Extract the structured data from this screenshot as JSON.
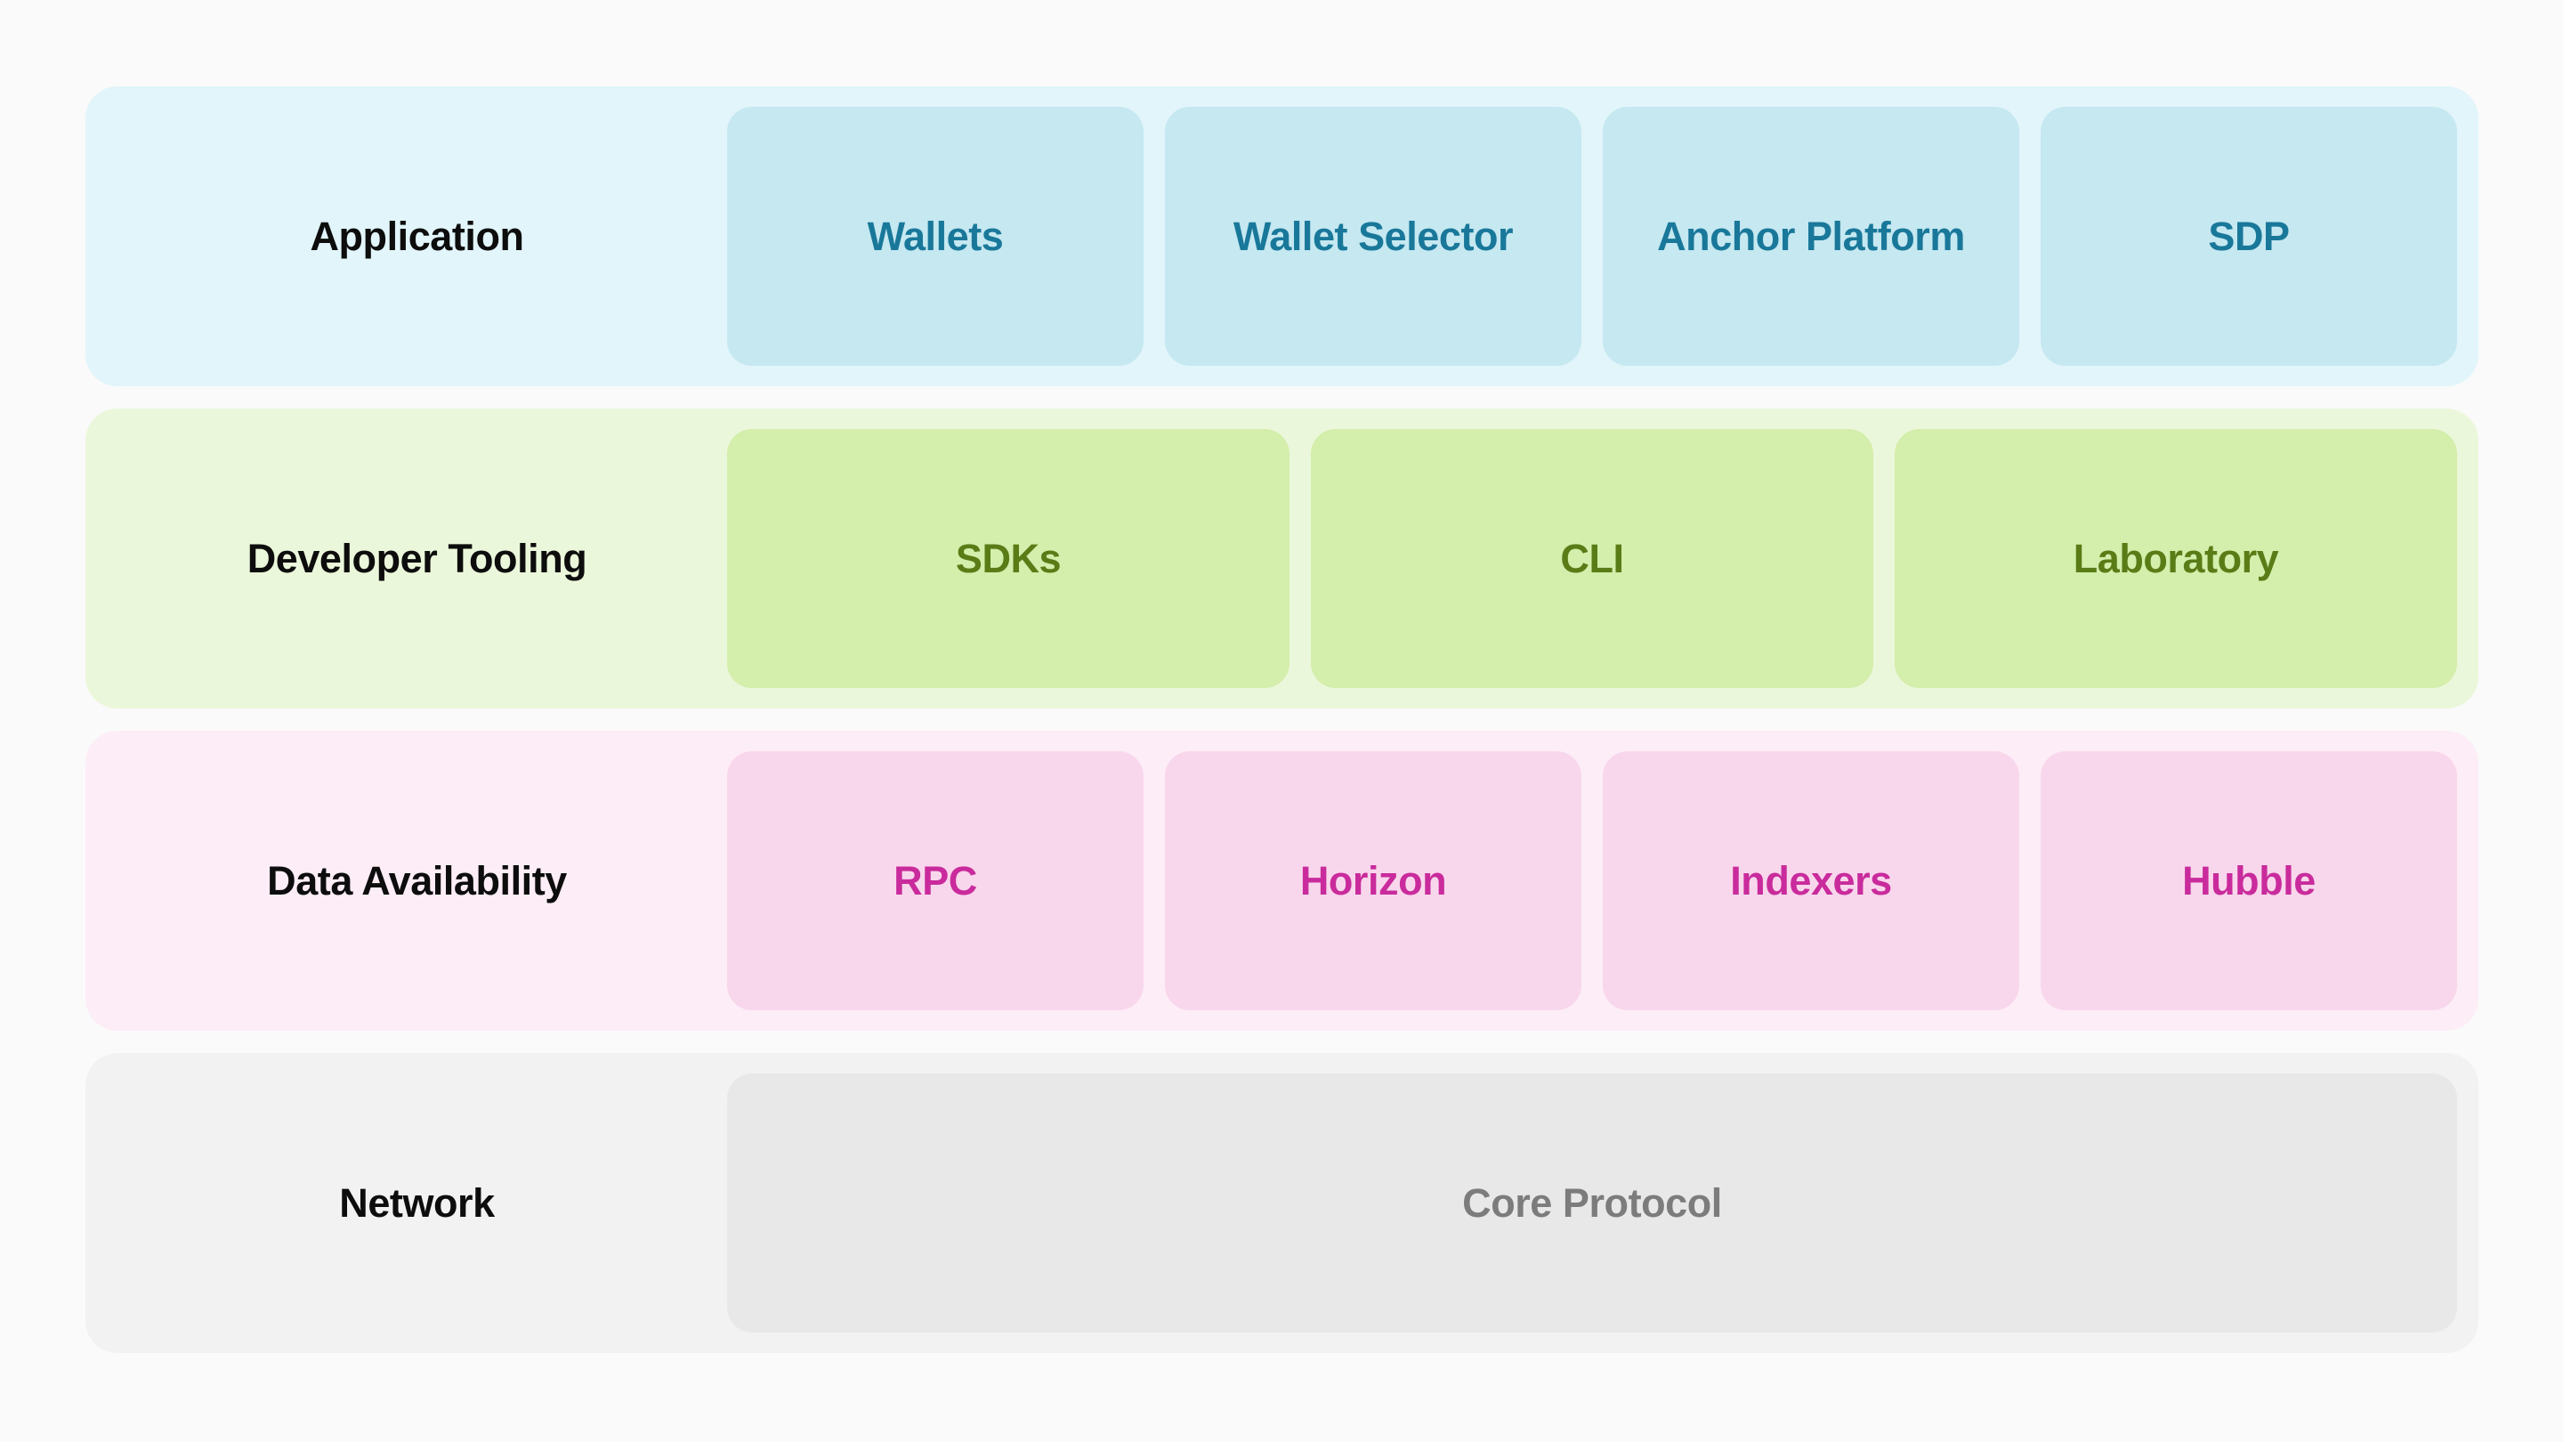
{
  "colors": {
    "background": "#fafafa",
    "label_text": "#0d0d0d",
    "application": {
      "band": "#e1f5fa",
      "card": "#c5e8f1",
      "text": "#19789a"
    },
    "developer_tooling": {
      "band": "#ebf7da",
      "card": "#d4eeab",
      "text": "#5a7c17"
    },
    "data_availability": {
      "band": "#fdedf6",
      "card": "#f8d7ec",
      "text": "#c92b9c"
    },
    "network": {
      "band": "#f2f2f2",
      "card": "#e8e8e8",
      "text": "#7c7c7c"
    }
  },
  "diagram": {
    "rows": [
      {
        "label": "Application",
        "items": [
          "Wallets",
          "Wallet Selector",
          "Anchor Platform",
          "SDP"
        ]
      },
      {
        "label": "Developer Tooling",
        "items": [
          "SDKs",
          "CLI",
          "Laboratory"
        ]
      },
      {
        "label": "Data Availability",
        "items": [
          "RPC",
          "Horizon",
          "Indexers",
          "Hubble"
        ]
      },
      {
        "label": "Network",
        "items": [
          "Core Protocol"
        ]
      }
    ]
  }
}
